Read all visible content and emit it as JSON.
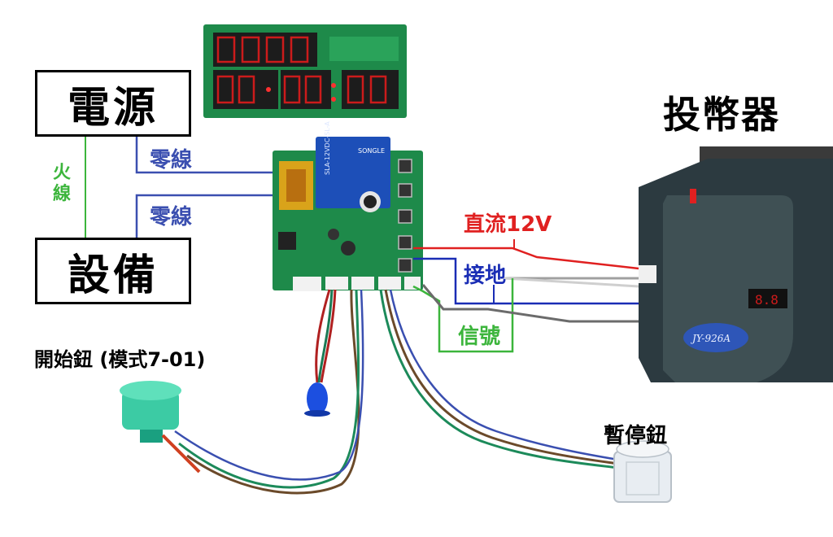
{
  "labels": {
    "power": "電源",
    "device": "設備",
    "live_wire": "火\n線",
    "neutral_1": "零線",
    "neutral_2": "零線",
    "coin_acceptor": "投幣器",
    "dc12v": "直流12V",
    "ground": "接地",
    "signal": "信號",
    "start_button": "開始鈕 (模式7-01)",
    "pause_button": "暫停鈕"
  },
  "board_texts": {
    "relay_brand": "SONGLE",
    "relay_model": "SLA-12VDC-SL-A",
    "acceptor_model": "JY-926A"
  },
  "colors": {
    "live_wire": "#3cb53c",
    "neutral_wire": "#3b4fb0",
    "dc_wire": "#e02020",
    "ground_wire": "#1a2db5",
    "signal_wire": "#3cb53c",
    "pcb": "#1e8a4a",
    "display": "#c00000"
  }
}
